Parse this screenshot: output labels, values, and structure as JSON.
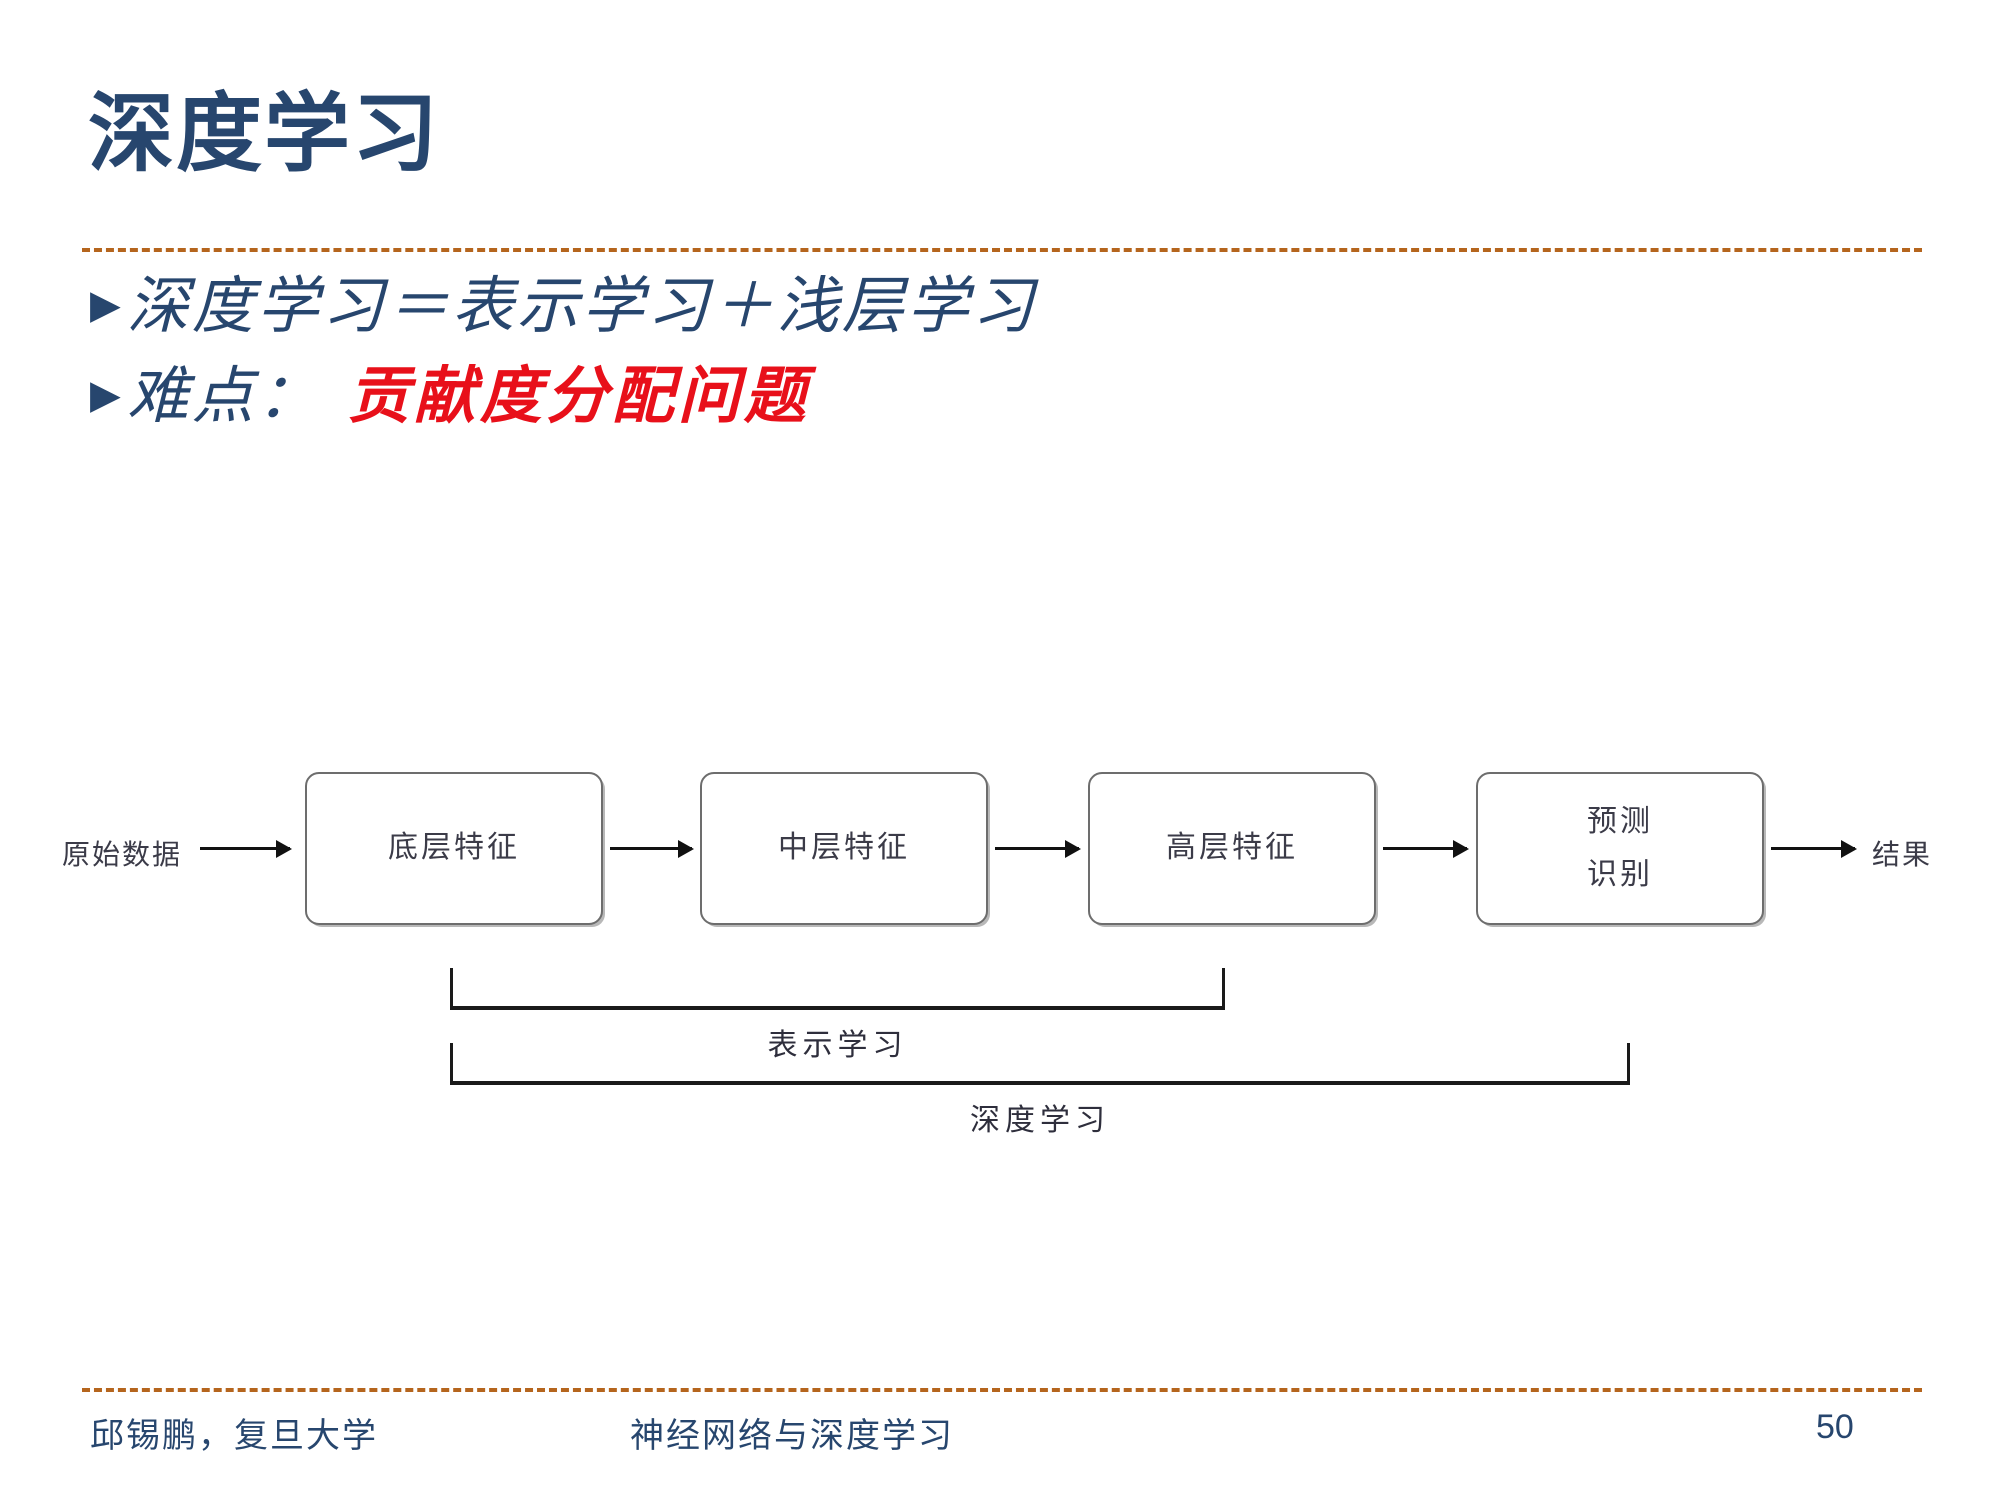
{
  "slide": {
    "title": "深度学习",
    "accent_navy": "#27466e",
    "accent_red": "#e8101a",
    "rule_color": "#b5651d"
  },
  "bullets": [
    {
      "marker": "▶",
      "text": "深度学习＝表示学习＋浅层学习",
      "accent_text": ""
    },
    {
      "marker": "▶",
      "text": "难点：",
      "accent_text": "贡献度分配问题"
    }
  ],
  "diagram": {
    "input_label": "原始数据",
    "output_label": "结果",
    "boxes": [
      {
        "label": "底层特征"
      },
      {
        "label": "中层特征"
      },
      {
        "label": "高层特征"
      },
      {
        "label": "预测\n识别"
      }
    ],
    "brackets": [
      {
        "label": "表示学习"
      },
      {
        "label": "深度学习"
      }
    ]
  },
  "footer": {
    "author": "邱锡鹏，复旦大学",
    "course": "神经网络与深度学习",
    "page": "50"
  }
}
